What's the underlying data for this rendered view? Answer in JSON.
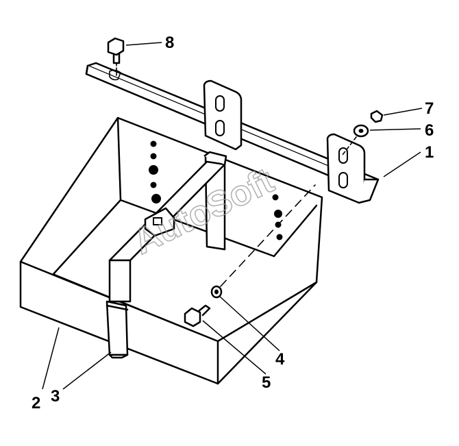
{
  "callouts": {
    "c1": "1",
    "c2": "2",
    "c3": "3",
    "c4": "4",
    "c5": "5",
    "c6": "6",
    "c7": "7",
    "c8": "8"
  },
  "watermark": "AutoSoft",
  "colors": {
    "line": "#000000",
    "background": "#ffffff",
    "watermark": "#9a9a9a"
  }
}
